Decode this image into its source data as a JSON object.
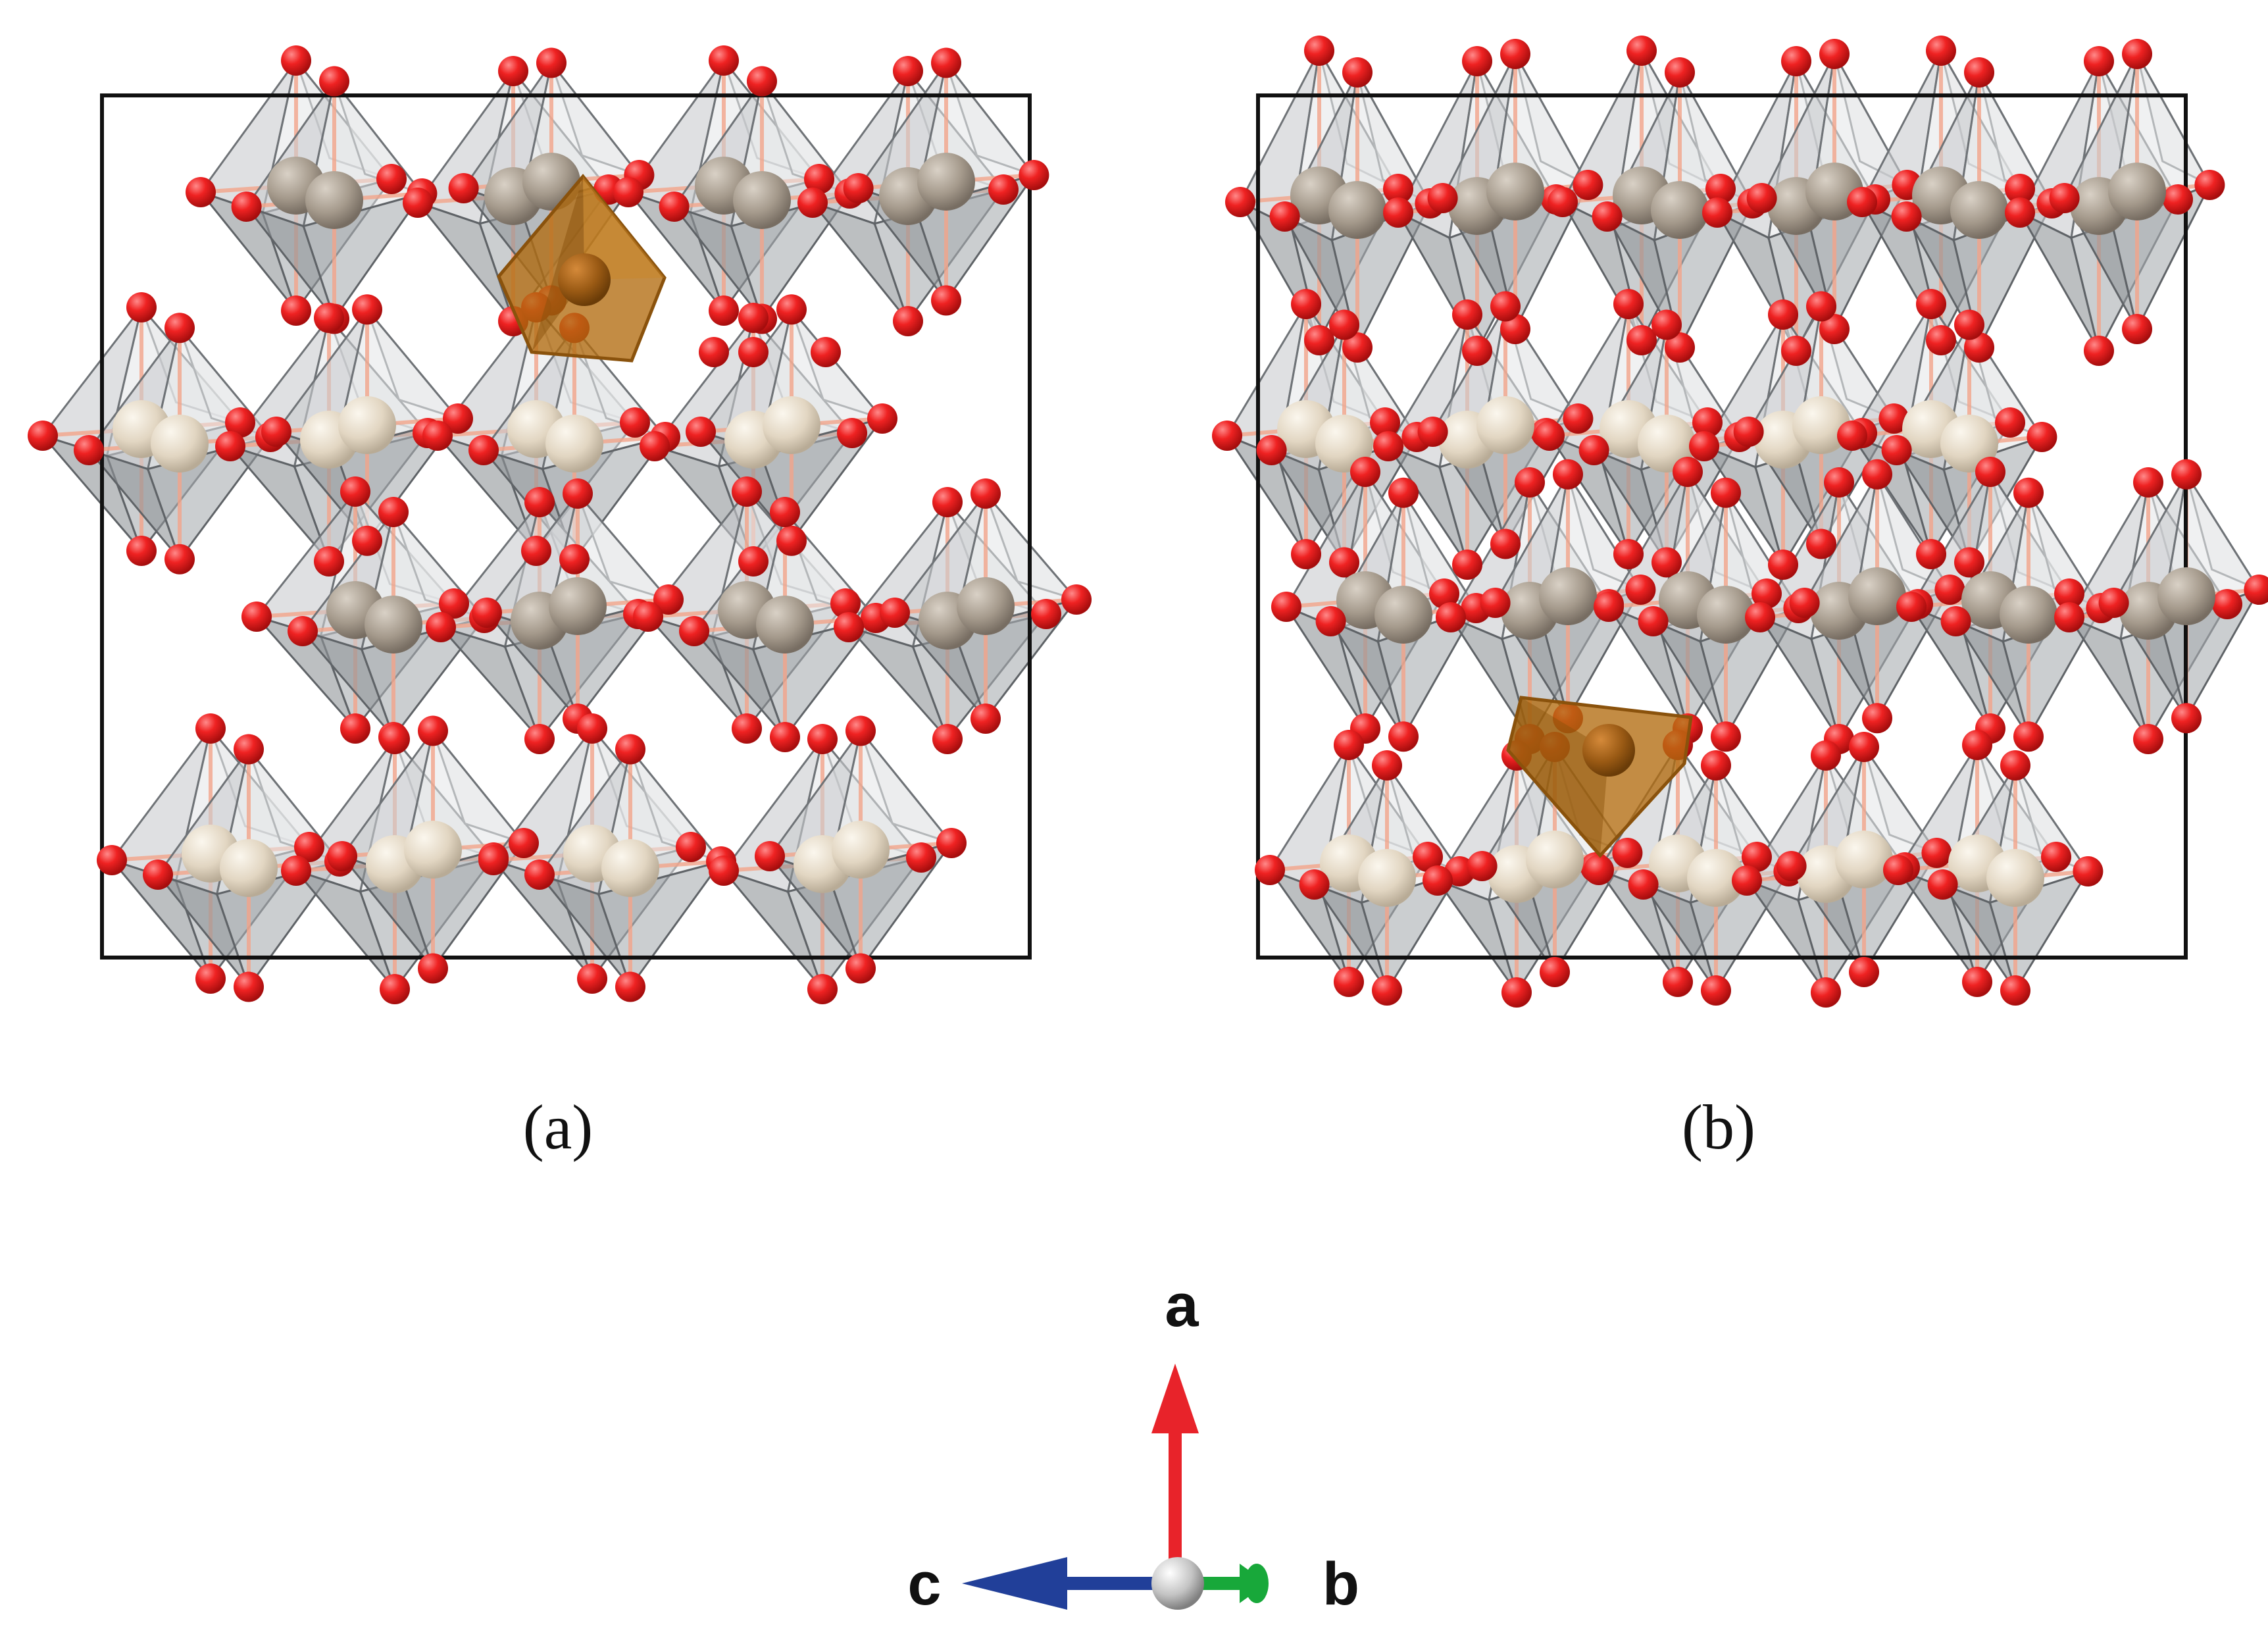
{
  "panels": [
    {
      "label": "(a)"
    },
    {
      "label": "(b)"
    }
  ],
  "axes": {
    "a": "a",
    "b": "b",
    "c": "c"
  },
  "colors": {
    "oxygen": "#e81c1c",
    "octahedron_fill": "#d2d4d6",
    "octahedron_edge": "#6f7377",
    "cation_light": "#e6dccb",
    "cation_dark": "#a89e92",
    "highlight_polyhedron": "#b26b10",
    "axis_a": "#e8232a",
    "axis_b": "#18a83a",
    "axis_c": "#213f99",
    "cell_border": "#111111"
  }
}
